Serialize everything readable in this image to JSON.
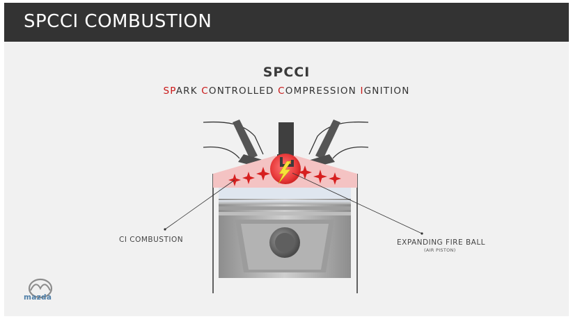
{
  "header": {
    "title": "SPCCI COMBUSTION"
  },
  "diagram": {
    "title": "SPCCI",
    "subtitle": [
      {
        "text": "SP",
        "red": true
      },
      {
        "text": "ARK ",
        "red": false
      },
      {
        "text": "C",
        "red": true
      },
      {
        "text": "ONTROLLED ",
        "red": false
      },
      {
        "text": "C",
        "red": true
      },
      {
        "text": "OMPRESSION ",
        "red": false
      },
      {
        "text": "I",
        "red": true
      },
      {
        "text": "GNITION",
        "red": false
      }
    ],
    "labels": {
      "ci_combustion": "CI COMBUSTION",
      "expanding_fire_ball": "EXPANDING FIRE BALL",
      "air_piston": "(AIR PISTON)"
    }
  },
  "logo": {
    "text": "mazda",
    "icon": "mazda-wing-icon"
  },
  "colors": {
    "header_bg": "#333333",
    "accent_red": "#c81414",
    "combustion_pink": "#f4c3c3",
    "spark_yellow": "#f5e23a",
    "logo_blue": "#4f7fa8"
  }
}
